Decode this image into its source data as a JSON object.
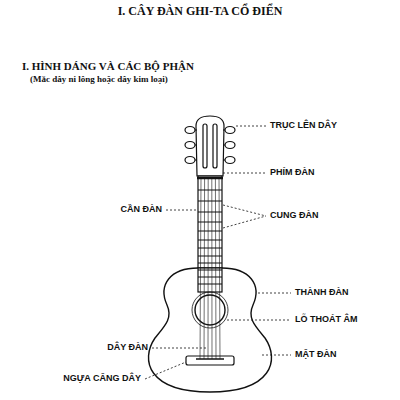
{
  "diagram": {
    "title": "I. CÂY ĐÀN GHI-TA CỔ ĐIỂN",
    "labels": [
      "I. HÌNH DÁNG VÀ CÁC BỘ PHẬN",
      "(Mắc dây ni lông hoặc dây kim loại)",
      "TRỤC LÊN DÂY",
      "PHÍM ĐÀN",
      "CẦN ĐÀN",
      "CUNG ĐÀN",
      "THÀNH ĐÀN",
      "LỖ THOÁT ÂM",
      "DÂY ĐÀN",
      "MẶT ĐÀN",
      "NGỰA CĂNG DÂY"
    ]
  }
}
